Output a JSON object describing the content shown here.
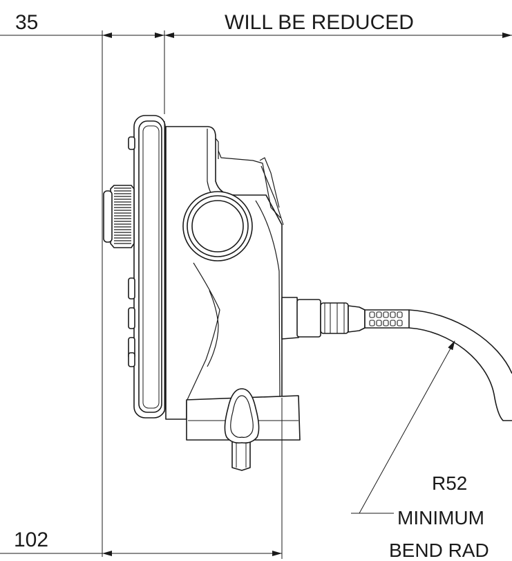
{
  "dimensions": {
    "top_left": "35",
    "top_right": "WILL BE REDUCED",
    "bottom_left": "102"
  },
  "radius_callout": {
    "value": "R52",
    "line1": "MINIMUM",
    "line2": "BEND RAD"
  },
  "colors": {
    "line": "#1a1a1a",
    "background": "#ffffff"
  }
}
